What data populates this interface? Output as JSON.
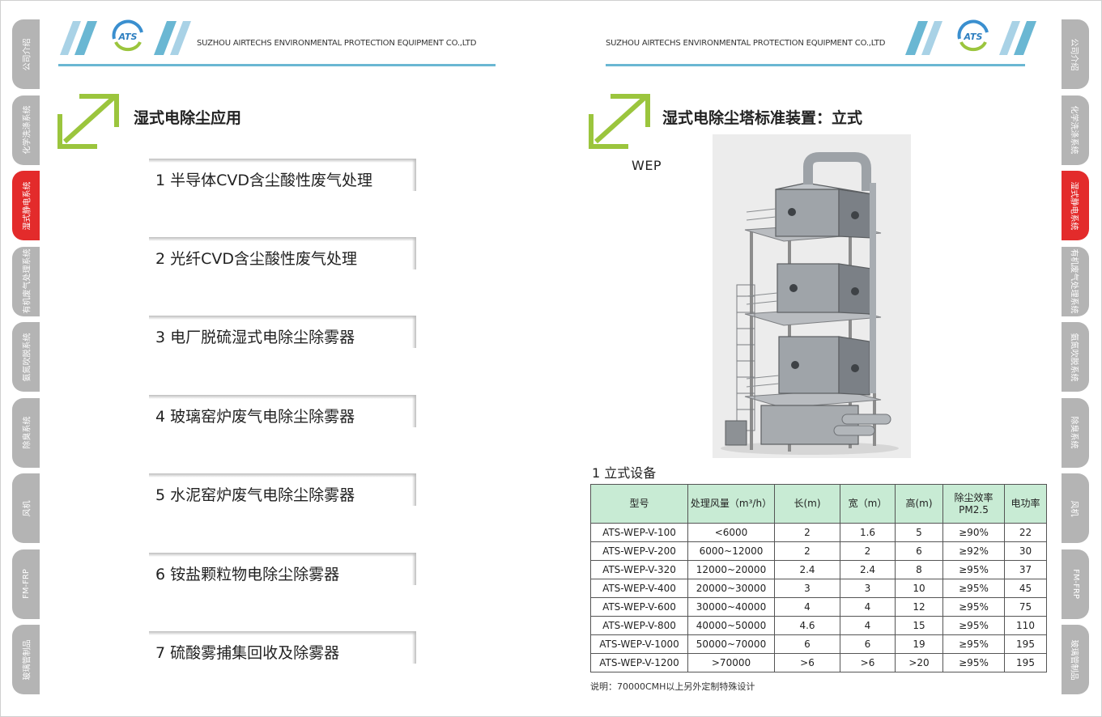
{
  "company_name": "SUZHOU AIRTECHS ENVIRONMENTAL PROTECTION EQUIPMENT CO.,LTD",
  "logo_text": "ATS",
  "colors": {
    "accent_green": "#9bc53d",
    "header_line": "#6ab7d3",
    "tab_gray": "#b4b4b4",
    "tab_active": "#e32b2b",
    "table_header": "#c8ebd4"
  },
  "left_tabs": [
    {
      "label": "公司介绍",
      "active": false
    },
    {
      "label": "化学洗涤系统",
      "active": false
    },
    {
      "label": "湿式静电系统",
      "active": true
    },
    {
      "label": "有机废气处理系统",
      "active": false
    },
    {
      "label": "氨氮吹脱系统",
      "active": false
    },
    {
      "label": "除臭系统",
      "active": false
    },
    {
      "label": "风机",
      "active": false
    },
    {
      "label": "FM-FRP",
      "active": false
    },
    {
      "label": "玻璃管制品",
      "active": false
    }
  ],
  "right_tabs": [
    {
      "label": "公司介绍",
      "active": false
    },
    {
      "label": "化学洗涤系统",
      "active": false
    },
    {
      "label": "湿式静电系统",
      "active": true
    },
    {
      "label": "有机废气处理系统",
      "active": false
    },
    {
      "label": "氨氮吹脱系统",
      "active": false
    },
    {
      "label": "除臭系统",
      "active": false
    },
    {
      "label": "风机",
      "active": false
    },
    {
      "label": "FM-FRP",
      "active": false
    },
    {
      "label": "玻璃管制品",
      "active": false
    }
  ],
  "left_page": {
    "title": "湿式电除尘应用",
    "applications": [
      "1 半导体CVD含尘酸性废气处理",
      "2 光纤CVD含尘酸性废气处理",
      "3 电厂脱硫湿式电除尘除雾器",
      "4 玻璃窑炉废气电除尘除雾器",
      "5 水泥窑炉废气电除尘除雾器",
      "6 铵盐颗粒物电除尘除雾器",
      "7 硫酸雾捕集回收及除雾器"
    ]
  },
  "right_page": {
    "title": "湿式电除尘塔标准装置：立式",
    "image_label": "WEP",
    "table_title": "1 立式设备",
    "table": {
      "headers": [
        "型号",
        "处理风量（m³/h）",
        "长(m)",
        "宽（m）",
        "高(m)",
        "除尘效率PM2.5",
        "电功率"
      ],
      "rows": [
        [
          "ATS-WEP-V-100",
          "<6000",
          "2",
          "1.6",
          "5",
          "≥90%",
          "22"
        ],
        [
          "ATS-WEP-V-200",
          "6000~12000",
          "2",
          "2",
          "6",
          "≥92%",
          "30"
        ],
        [
          "ATS-WEP-V-320",
          "12000~20000",
          "2.4",
          "2.4",
          "8",
          "≥95%",
          "37"
        ],
        [
          "ATS-WEP-V-400",
          "20000~30000",
          "3",
          "3",
          "10",
          "≥95%",
          "45"
        ],
        [
          "ATS-WEP-V-600",
          "30000~40000",
          "4",
          "4",
          "12",
          "≥95%",
          "75"
        ],
        [
          "ATS-WEP-V-800",
          "40000~50000",
          "4.6",
          "4",
          "15",
          "≥95%",
          "110"
        ],
        [
          "ATS-WEP-V-1000",
          "50000~70000",
          "6",
          "6",
          "19",
          "≥95%",
          "195"
        ],
        [
          "ATS-WEP-V-1200",
          ">70000",
          ">6",
          ">6",
          ">20",
          "≥95%",
          "195"
        ]
      ]
    },
    "note": "说明：70000CMH以上另外定制特殊设计"
  }
}
